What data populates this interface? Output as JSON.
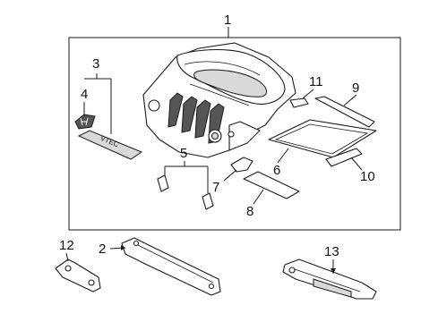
{
  "callouts": {
    "c1": "1",
    "c2": "2",
    "c3": "3",
    "c4": "4",
    "c5": "5",
    "c6": "6",
    "c7": "7",
    "c8": "8",
    "c9": "9",
    "c10": "10",
    "c11": "11",
    "c12": "12",
    "c13": "13"
  },
  "emblem_text": "VTEC"
}
